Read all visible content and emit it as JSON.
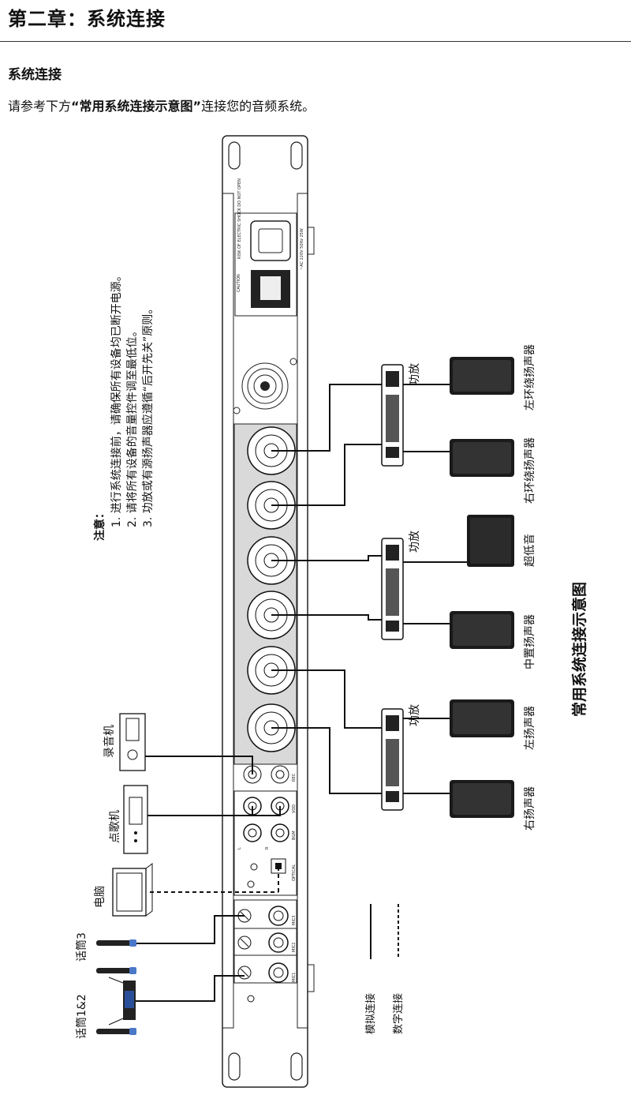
{
  "header": {
    "chapter_title": "第二章：系统连接",
    "section_title": "系统连接",
    "intro_prefix": "请参考下方",
    "intro_link": "“常用系统连接示意图”",
    "intro_suffix": "连接您的音频系统。"
  },
  "notes": {
    "heading": "注意：",
    "items": [
      "1. 进行系统连接前，请确保所有设备均已断开电源。",
      "2. 请将所有设备的音量控件调至最低位。",
      "3. 功放或有源扬声器应遵循“后开先关”原则。"
    ]
  },
  "diagram": {
    "title": "常用系统连接示意图",
    "amp_label": "功放",
    "speakers": {
      "left_surround": "左环绕扬声器",
      "right_surround": "右环绕扬声器",
      "subwoofer": "超低音",
      "center": "中置扬声器",
      "left": "左扬声器",
      "right": "右扬声器"
    },
    "sources": {
      "recorder": "录音机",
      "karaoke": "点歌机",
      "computer": "电脑",
      "mic3": "话筒3",
      "mic12": "话筒1&2"
    },
    "legend": {
      "analog": "模拟连接",
      "digital": "数字连接"
    },
    "panel_labels": {
      "caution": "CAUTION",
      "risk": "RISK OF ELECTRIC SHOCK DO NOT OPEN",
      "power": "~AC 220V 50Hz 25W",
      "optical": "OPTICAL",
      "vod": "VOD",
      "bgm": "BGM",
      "rec": "REC",
      "mic1": "MIC1",
      "mic2": "MIC2",
      "mic3": "MIC3",
      "l": "L",
      "r": "R"
    }
  }
}
